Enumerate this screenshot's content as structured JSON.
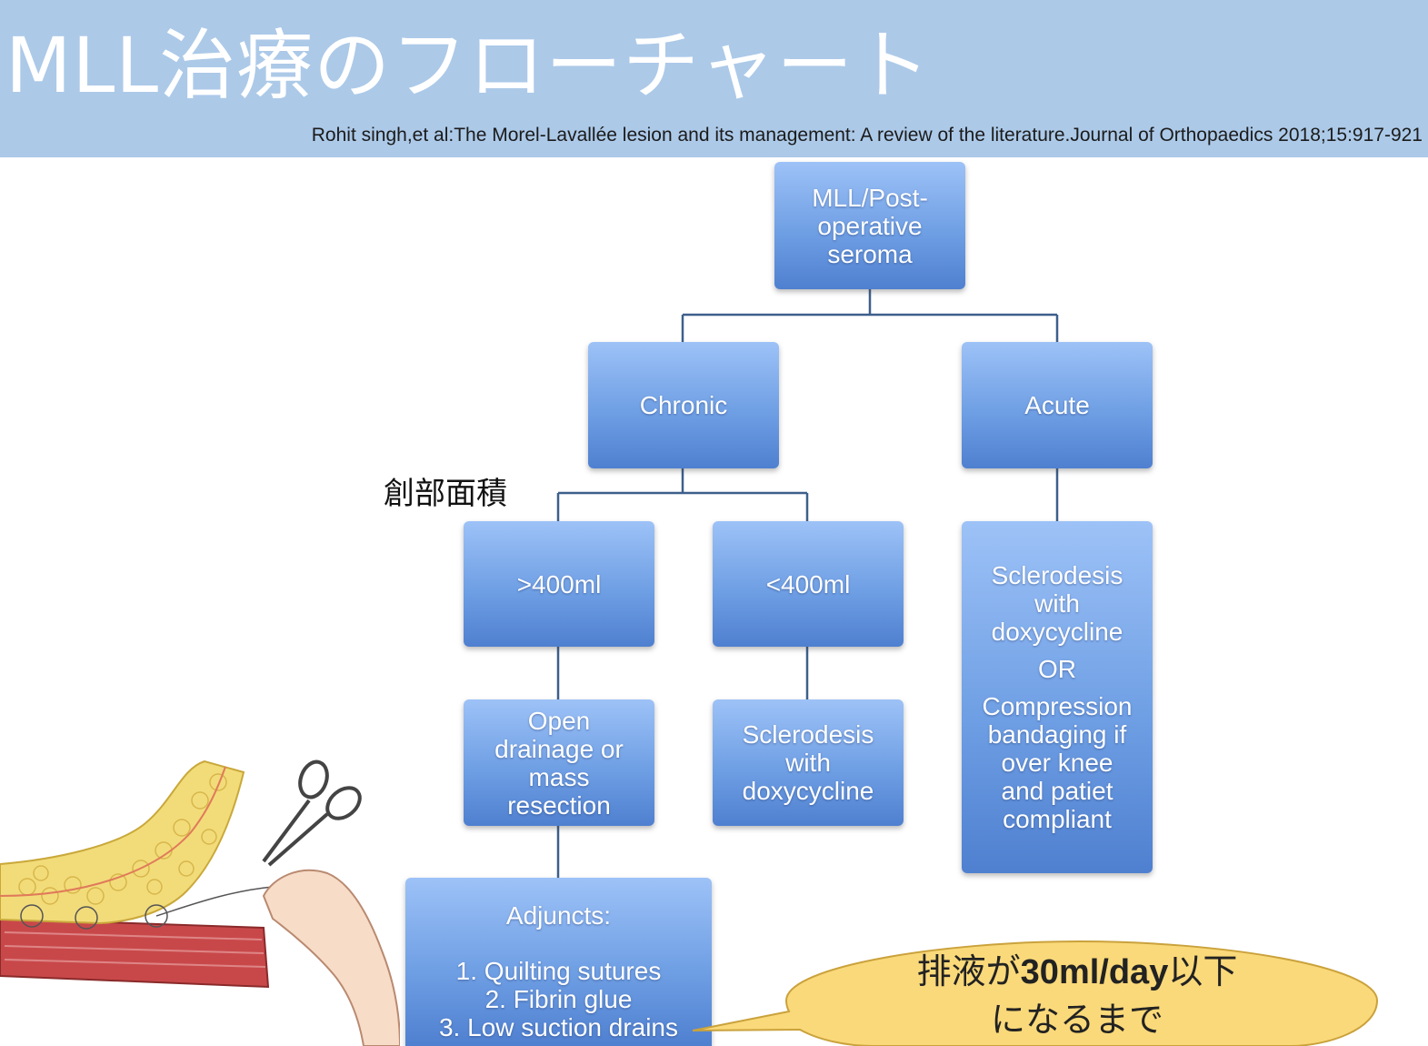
{
  "header": {
    "title": "MLL治療のフローチャート",
    "citation": "Rohit singh,et al:The Morel-Lavallée lesion and its management: A review of the literature.Journal of Orthopaedics  2018;15:917-921"
  },
  "flowchart": {
    "root": [
      "MLL/Post-",
      "operative",
      "seroma"
    ],
    "chronic": "Chronic",
    "acute": "Acute",
    "area_label": "創部面積",
    "gt400": ">400ml",
    "lt400": "<400ml",
    "open_drainage": [
      "Open",
      "drainage or",
      "mass",
      "resection"
    ],
    "sclerodesis_lt400": [
      "Sclerodesis",
      "with",
      "doxycycline"
    ],
    "acute_treatment": {
      "first": [
        "Sclerodesis",
        "with",
        "doxycycline"
      ],
      "or": "OR",
      "second": [
        "Compression",
        "bandaging if",
        "over knee",
        "and patiet",
        "compliant"
      ]
    },
    "adjuncts": {
      "title": "Adjuncts:",
      "items": [
        "1. Quilting sutures",
        "2. Fibrin glue",
        "3. Low suction drains"
      ]
    }
  },
  "callout": {
    "part1": "排液が",
    "part2": "30ml/day",
    "part3": "以下",
    "line2": "になるまで"
  },
  "colors": {
    "header_bg": "#acc9e8",
    "box_blue": "#6f9fe4",
    "connector": "#3d5f8c",
    "callout_fill": "#fad97a",
    "callout_stroke": "#caa23c"
  }
}
